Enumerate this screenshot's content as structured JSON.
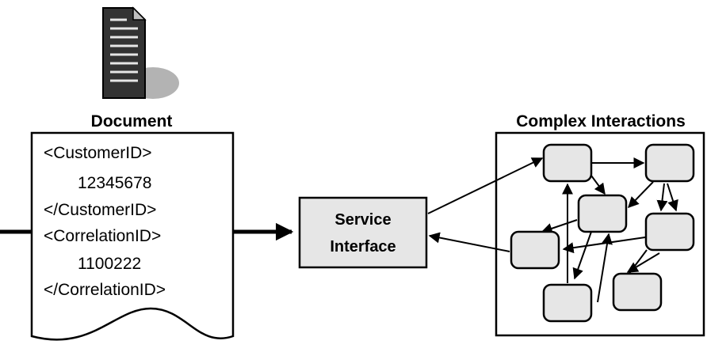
{
  "document": {
    "heading": "Document",
    "lines": [
      "<CustomerID>",
      "12345678",
      "</CustomerID>",
      "<CorrelationID>",
      "1100222",
      "</CorrelationID>"
    ]
  },
  "service": {
    "line1": "Service",
    "line2": "Interface"
  },
  "complex": {
    "heading": "Complex Interactions"
  },
  "colors": {
    "node_fill": "#e6e6e6",
    "service_fill": "#e6e6e6",
    "icon_dark": "#333333",
    "shadow": "#b3b3b3"
  },
  "icons": [
    "document-icon"
  ]
}
